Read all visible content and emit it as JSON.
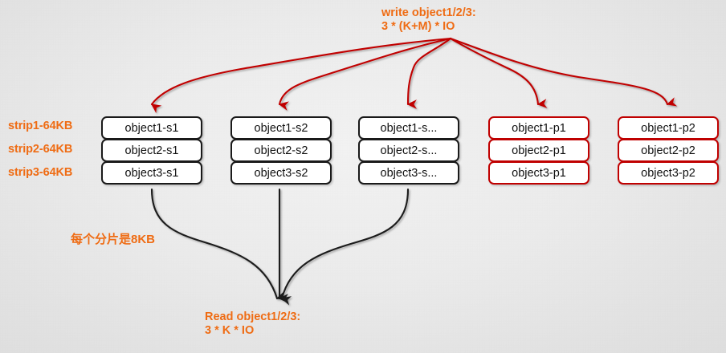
{
  "diagram": {
    "title_top": {
      "line1": "write object1/2/3:",
      "line2": "3 * (K+M) * IO"
    },
    "title_bottom": {
      "line1": "Read object1/2/3:",
      "line2": "3 * K * IO"
    },
    "shard_note": "每个分片是8KB",
    "accent_color": "#ef6c14",
    "write_arrow_color": "#c00000",
    "read_arrow_color": "#1a1a1a",
    "strip_labels": [
      "strip1-64KB",
      "strip2-64KB",
      "strip3-64KB"
    ],
    "columns": [
      {
        "id": "col-s1",
        "kind": "data",
        "cells": [
          "object1-s1",
          "object2-s1",
          "object3-s1"
        ]
      },
      {
        "id": "col-s2",
        "kind": "data",
        "cells": [
          "object1-s2",
          "object2-s2",
          "object3-s2"
        ]
      },
      {
        "id": "col-sk",
        "kind": "data",
        "cells": [
          "object1-s...",
          "object2-s...",
          "object3-s..."
        ]
      },
      {
        "id": "col-p1",
        "kind": "parity",
        "cells": [
          "object1-p1",
          "object2-p1",
          "object3-p1"
        ]
      },
      {
        "id": "col-p2",
        "kind": "parity",
        "cells": [
          "object1-p2",
          "object2-p2",
          "object3-p2"
        ]
      }
    ]
  }
}
